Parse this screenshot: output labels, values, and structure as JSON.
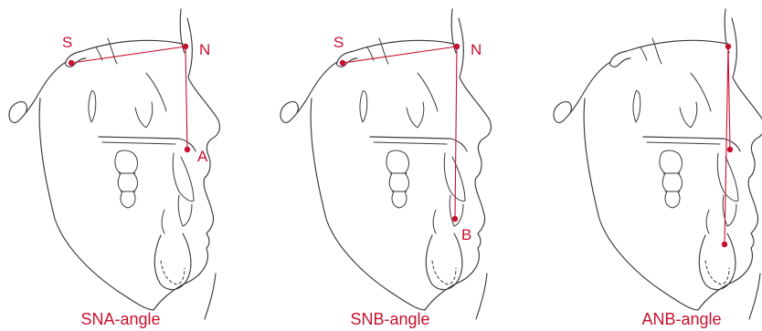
{
  "colors": {
    "accent": "#c8102e",
    "outline": "#3a3a3a"
  },
  "panels": [
    {
      "caption": "SNA-angle",
      "landmarks": {
        "S": "S",
        "N": "N",
        "A": "A"
      }
    },
    {
      "caption": "SNB-angle",
      "landmarks": {
        "S": "S",
        "N": "N",
        "B": "B"
      }
    },
    {
      "caption": "ANB-angle"
    }
  ]
}
